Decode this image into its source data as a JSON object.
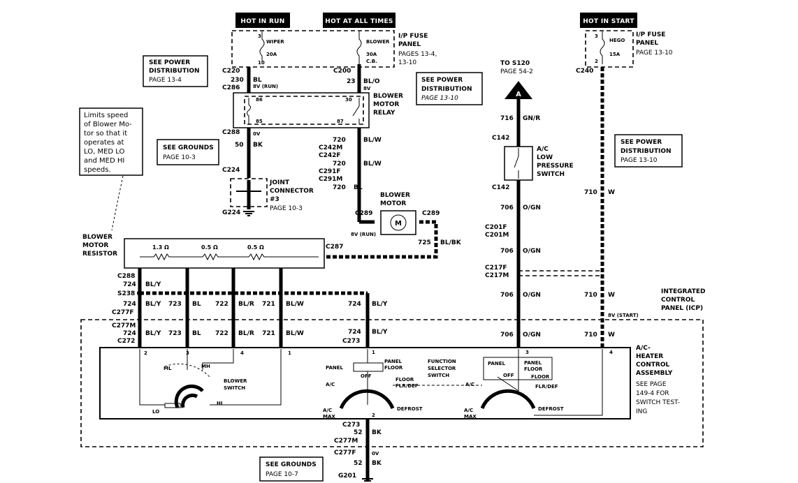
{
  "headers": {
    "hot_in_run": "HOT IN RUN",
    "hot_at_all_times": "HOT AT ALL TIMES",
    "hot_in_start": "HOT IN START"
  },
  "fuse_panel_left": {
    "title_1": "I/P FUSE",
    "title_2": "PANEL",
    "pages_1": "PAGES 13-4,",
    "pages_2": "13-10",
    "fuse_wiper_name": "WIPER",
    "fuse_wiper_rating": "20A",
    "fuse_wiper_num_top": "3",
    "fuse_wiper_num_bottom": "10",
    "fuse_blower_name": "BLOWER",
    "fuse_blower_rating": "30A",
    "fuse_blower_cb": "C.B."
  },
  "fuse_panel_right": {
    "title_1": "I/P FUSE",
    "title_2": "PANEL",
    "pages": "PAGE 13-10",
    "fuse_name": "HEGO",
    "fuse_rating": "15A",
    "num_top": "3",
    "num_bottom": "2"
  },
  "notes": {
    "see_power_left_1": "SEE POWER",
    "see_power_left_2": "DISTRIBUTION",
    "see_power_left_3": "PAGE 13-4",
    "see_power_mid_1": "SEE POWER",
    "see_power_mid_2": "DISTRIBUTION",
    "see_power_mid_3": "PAGE 13-10",
    "see_power_right_1": "SEE POWER",
    "see_power_right_2": "DISTRIBUTION",
    "see_power_right_3": "PAGE 13-10",
    "see_grounds_top_1": "SEE GROUNDS",
    "see_grounds_top_2": "PAGE 10-3",
    "see_grounds_bottom_1": "SEE GROUNDS",
    "see_grounds_bottom_2": "PAGE 10-7",
    "limits_1": "Limits  speed",
    "limits_2": "of Blower Mo-",
    "limits_3": "tor so that it",
    "limits_4": "operates    at",
    "limits_5": "LO, MED LO",
    "limits_6": "and  MED HI",
    "limits_7": "speeds.",
    "to_s120": "TO S120",
    "page_54_2": "PAGE 54-2",
    "connector_a": "A"
  },
  "components": {
    "blower_relay_1": "BLOWER",
    "blower_relay_2": "MOTOR",
    "blower_relay_3": "RELAY",
    "relay_86": "86",
    "relay_85": "85",
    "relay_30": "30",
    "relay_87": "87",
    "joint_1": "JOINT",
    "joint_2": "CONNECTOR",
    "joint_3": "#3",
    "joint_page": "PAGE 10-3",
    "blower_motor_1": "BLOWER",
    "blower_motor_2": "MOTOR",
    "motor_m": "M",
    "resistor_1": "BLOWER",
    "resistor_2": "MOTOR",
    "resistor_3": "RESISTOR",
    "r1": "1.3 Ω",
    "r2": "0.5 Ω",
    "r3": "0.5 Ω",
    "ac_switch_1": "A/C",
    "ac_switch_2": "LOW",
    "ac_switch_3": "PRESSURE",
    "ac_switch_4": "SWITCH",
    "icp_1": "INTEGRATED",
    "icp_2": "CONTROL",
    "icp_3": "PANEL (ICP)",
    "heater_1": "A/C-",
    "heater_2": "HEATER",
    "heater_3": "CONTROL",
    "heater_4": "ASSEMBLY",
    "heater_5": "SEE PAGE",
    "heater_6": "149-4 FOR",
    "heater_7": "SWITCH TEST-",
    "heater_8": "ING",
    "blower_switch_1": "BLOWER",
    "blower_switch_2": "SWITCH",
    "sw_ml": "ML",
    "sw_mh": "MH",
    "sw_lo": "LO",
    "sw_hi": "HI",
    "function_1": "FUNCTION",
    "function_2": "SELECTOR",
    "function_3": "SWITCH",
    "fs_panel": "PANEL",
    "fs_panel_floor_1": "PANEL",
    "fs_panel_floor_2": "FLOOR",
    "fs_off": "OFF",
    "fs_floor": "FLOOR",
    "fs_flr_def": "FLR/DEF",
    "fs_ac": "A/C",
    "fs_ac_max_1": "A/C",
    "fs_ac_max_2": "MAX",
    "fs_defrost": "DEFROST",
    "pin_2": "2",
    "pin_3": "3",
    "pin_4": "4",
    "pin_1": "1",
    "pin_1b": "1",
    "pin_2b": "2",
    "pin_3b": "3",
    "pin_4b": "4"
  },
  "connectors": {
    "c220": "C220",
    "c286a": "C286",
    "c200": "C200",
    "c288a": "C288",
    "c224": "C224",
    "g224": "G224",
    "c242m": "C242M",
    "c242f": "C242F",
    "c291f": "C291F",
    "c291m": "C291M",
    "c289a": "C289",
    "c289b": "C289",
    "c287": "C287",
    "c288b": "C288",
    "s238": "S238",
    "c277f": "C277F",
    "c277m": "C277M",
    "c272": "C272",
    "c273a": "C273",
    "c142a": "C142",
    "c142b": "C142",
    "c201f": "C201F",
    "c201m": "C201M",
    "c217f": "C217F",
    "c217m": "C217M",
    "c240": "C240",
    "c273b": "C273",
    "c277m_b": "C277M",
    "c277f_b": "C277F",
    "g201": "G201"
  },
  "wires": {
    "w230": "230",
    "w230c": "BL",
    "run_8v": "8V (RUN)",
    "w23": "23",
    "w23c": "BL/O",
    "w23v": "8V",
    "w50": "50",
    "w50c": "BK",
    "w50v": "0V",
    "w720a": "720",
    "w720ac": "BL/W",
    "w720b": "720",
    "w720bc": "BL/W",
    "w720c": "720",
    "w720cc": "BL",
    "motor_8v": "8V (RUN)",
    "w725": "725",
    "w725c": "BL/BK",
    "w724a": "724",
    "w724ac": "BL/Y",
    "w724b": "724",
    "w724bc": "BL/Y",
    "w723b": "723",
    "w723bc": "BL",
    "w722b": "722",
    "w722bc": "BL/R",
    "w721b": "721",
    "w721bc": "BL/W",
    "w724c": "724",
    "w724cc": "BL/Y",
    "w724d": "724",
    "w724dc": "BL/Y",
    "w723d": "723",
    "w723dc": "BL",
    "w722d": "722",
    "w722dc": "BL/R",
    "w721d": "721",
    "w721dc": "BL/W",
    "w724e": "724",
    "w724ec": "BL/Y",
    "w716": "716",
    "w716c": "GN/R",
    "w706a": "706",
    "w706ac": "O/GN",
    "w706b": "706",
    "w706bc": "O/GN",
    "w706c": "706",
    "w706cc": "O/GN",
    "w706d": "706",
    "w706dc": "O/GN",
    "w710a": "710",
    "w710ac": "W",
    "w710b": "710",
    "w710bc": "W",
    "w710c": "710",
    "w710cc": "W",
    "start_8v": "8V (START)",
    "w52a": "52",
    "w52ac": "BK",
    "w52b": "52",
    "w52bc": "BK",
    "w52v": "0V"
  }
}
